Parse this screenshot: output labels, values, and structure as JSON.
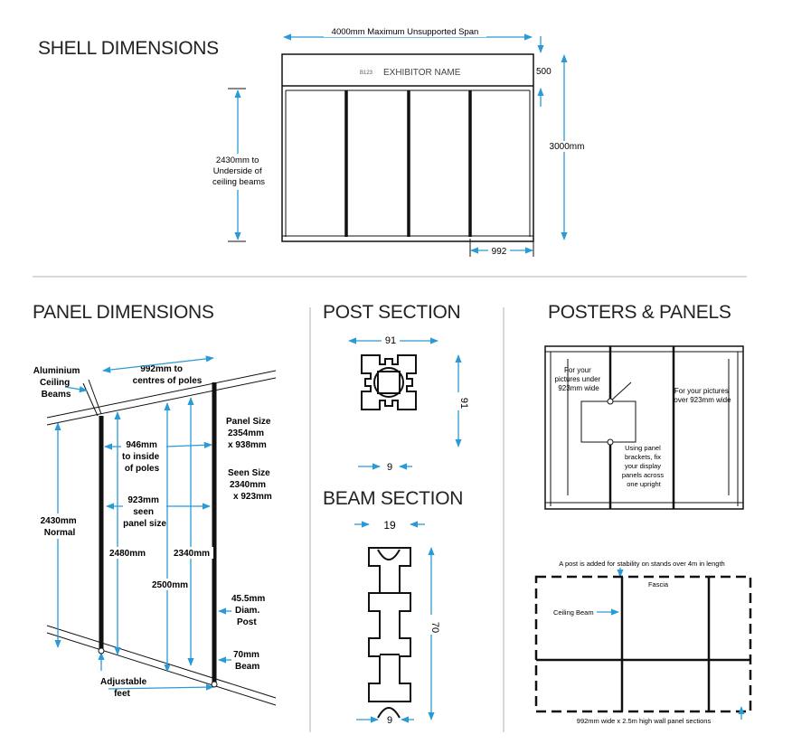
{
  "titles": {
    "shell": "SHELL DIMENSIONS",
    "panel": "PANEL DIMENSIONS",
    "post": "POST SECTION",
    "beam": "BEAM SECTION",
    "posters": "POSTERS & PANELS"
  },
  "shell": {
    "span": "4000mm Maximum Unsupported Span",
    "stand_no": "B123",
    "exhibitor": "EXHIBITOR NAME",
    "fascia": "500",
    "height": "3000mm",
    "underside": [
      "2430mm to",
      "Underside of",
      "ceiling beams"
    ],
    "panel_width": "992"
  },
  "panel": {
    "aluminium": [
      "Aluminium",
      "Ceiling",
      "Beams"
    ],
    "centres": [
      "992mm to",
      "centres of poles"
    ],
    "inside": [
      "946mm",
      "to inside",
      "of poles"
    ],
    "seen": [
      "923mm",
      "seen",
      "panel size"
    ],
    "normal": [
      "2430mm",
      "Normal"
    ],
    "h2480": "2480mm",
    "h2500": "2500mm",
    "h2340": "2340mm",
    "panel_size": [
      "Panel Size",
      "2354mm",
      "x 938mm"
    ],
    "seen_size": [
      "Seen Size",
      "2340mm",
      "x 923mm"
    ],
    "post": [
      "45.5mm",
      "Diam.",
      "Post"
    ],
    "beam": [
      "70mm",
      "Beam"
    ],
    "feet": [
      "Adjustable",
      "feet"
    ]
  },
  "post": {
    "width": "91",
    "height": "91",
    "slot": "9"
  },
  "beam": {
    "width": "19",
    "height": "70",
    "slot": "9"
  },
  "posters": {
    "under": [
      "For your",
      "pictures under",
      "923mm wide"
    ],
    "over": [
      "For your pictures",
      "over 923mm wide"
    ],
    "brackets": [
      "Using panel",
      "brackets, fix",
      "your display",
      "panels across",
      "one upright"
    ],
    "stability": "A post is added for stability on stands over 4m in length",
    "fascia": "Fascia",
    "ceiling_beam": "Ceiling Beam",
    "wall": "992mm wide x 2.5m high wall panel sections"
  },
  "colors": {
    "dim": "#2a9ad6",
    "line": "#111111",
    "sep": "#b0b0b0"
  }
}
